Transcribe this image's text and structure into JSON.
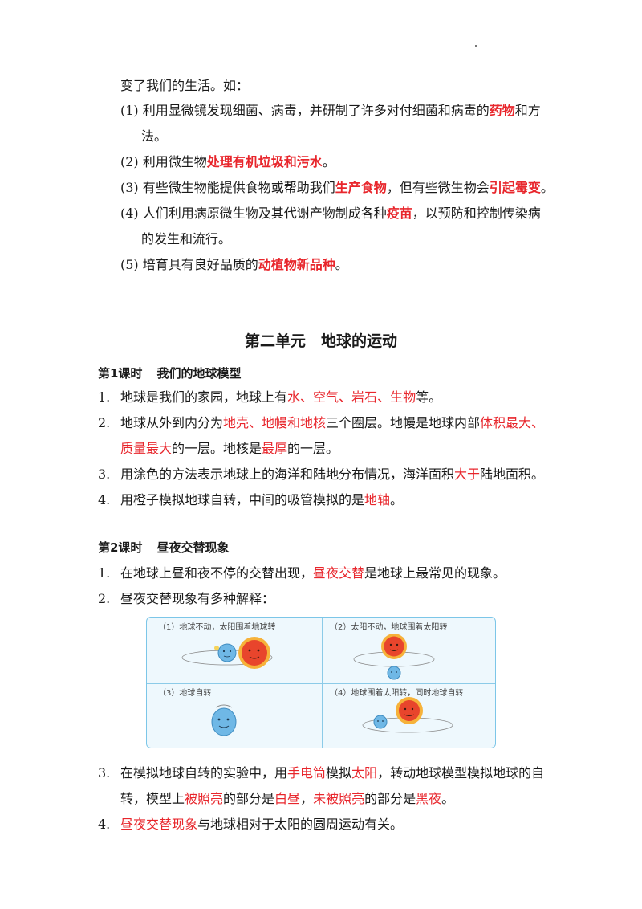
{
  "top_section": {
    "intro": "变了我们的生活。如：",
    "items": [
      {
        "num": "(1)",
        "pre": "利用显微镜发现细菌、病毒，并研制了许多对付细菌和病毒的",
        "em": "药物",
        "post": "和方",
        "cont": "法。"
      },
      {
        "num": "(2)",
        "pre": "利用微生物",
        "em": "处理有机垃圾和污水",
        "post": "。"
      },
      {
        "num": "(3)",
        "pre": "有些微生物能提供食物或帮助我们",
        "em": "生产食物",
        "mid": "，但有些微生物会",
        "em2": "引起霉变",
        "post": "。"
      },
      {
        "num": "(4)",
        "pre": "人们利用病原微生物及其代谢产物制成各种",
        "em": "疫苗",
        "post": "，以预防和控制传染病",
        "cont": "的发生和流行。"
      },
      {
        "num": "(5)",
        "pre": "培育具有良好品质的",
        "em": "动植物新品种",
        "post": "。"
      }
    ]
  },
  "unit": {
    "title": "第二单元　地球的运动"
  },
  "lesson1": {
    "title_a": "第1课时",
    "title_b": "我们的地球模型",
    "items": [
      {
        "num": "1.",
        "pre": "地球是我们的家园，地球上有",
        "r1": "水",
        "s1": "、",
        "r2": "空气",
        "s2": "、",
        "r3": "岩石",
        "s3": "、",
        "r4": "生物",
        "post": "等。"
      },
      {
        "num": "2.",
        "pre": "地球从外到内分为",
        "r1": "地壳、地幔和地核",
        "mid": "三个圈层。地幔是地球内部",
        "r2": "体积最大、",
        "cont_r": "质量最大",
        "cont_a": "的一层。地核是",
        "cont_r2": "最厚",
        "cont_b": "的一层。"
      },
      {
        "num": "3.",
        "pre": "用涂色的方法表示地球上的海洋和陆地分布情况，海洋面积",
        "r1": "大于",
        "post": "陆地面积。"
      },
      {
        "num": "4.",
        "pre": "用橙子模拟地球自转，中间的吸管模拟的是",
        "r1": "地轴",
        "post": "。"
      }
    ]
  },
  "lesson2": {
    "title_a": "第2课时",
    "title_b": "昼夜交替现象",
    "items": [
      {
        "num": "1.",
        "pre": "在地球上昼和夜不停的交替出现，",
        "r1": "昼夜交替",
        "post": "是地球上最常见的现象。"
      },
      {
        "num": "2.",
        "pre": "昼夜交替现象有多种解释："
      },
      {
        "num": "3.",
        "pre": "在模拟地球自转的实验中，用",
        "r1": "手电筒",
        "a": "模拟",
        "r2": "太阳",
        "b": "，转动地球模型模拟地球的自",
        "c": "转，模型上",
        "r3": "被照亮",
        "d": "的部分是",
        "r4": "白昼",
        "e": "，",
        "r5": "未被照亮",
        "f": "的部分是",
        "r6": "黑夜",
        "post": "。"
      },
      {
        "num": "4.",
        "r1": "昼夜交替现象",
        "post": "与地球相对于太阳的圆周运动有关。"
      }
    ]
  },
  "figure": {
    "captions": [
      "（1）地球不动，太阳围着地球转",
      "（2）太阳不动，地球围着太阳转",
      "（3）地球自转",
      "（4）地球围着太阳转，同时地球自转"
    ],
    "colors": {
      "sun": "#e8452c",
      "sun_ray": "#f6b23a",
      "earth": "#6fb8e6",
      "border": "#7cc6e8"
    }
  }
}
